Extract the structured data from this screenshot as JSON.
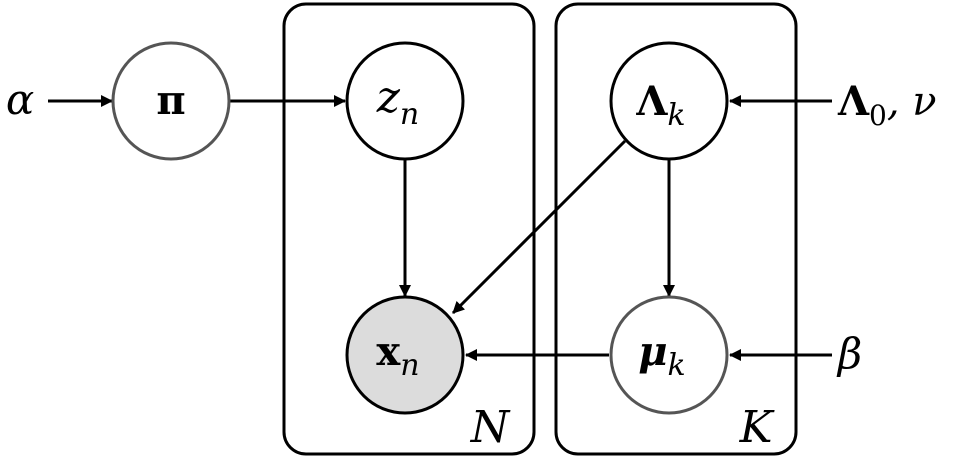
{
  "colors": {
    "stroke": "#000000",
    "node_fill": "#ffffff",
    "observed_fill": "#dcdcdc",
    "soft_stroke": "#555555"
  },
  "inputs": {
    "alpha": "α",
    "lambda0_nu": {
      "main": "Λ",
      "sub": "0",
      "rest": ", ν"
    },
    "beta": "β"
  },
  "nodes": {
    "pi": {
      "main": "π"
    },
    "z": {
      "main": "z",
      "sub": "n"
    },
    "x": {
      "main": "x",
      "sub": "n"
    },
    "lambda": {
      "main": "Λ",
      "sub": "k"
    },
    "mu": {
      "main": "μ",
      "sub": "k"
    }
  },
  "plates": {
    "n": "N",
    "k": "K"
  }
}
